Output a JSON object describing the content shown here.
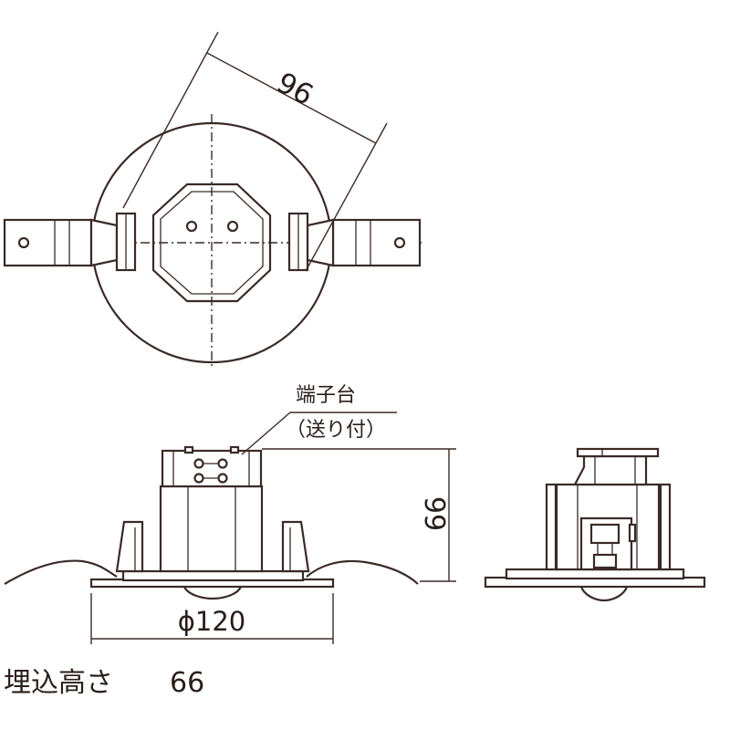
{
  "dimensions": {
    "top_width": "96",
    "height": "66",
    "diameter": "ϕ120"
  },
  "labels": {
    "terminal_line1": "端子台",
    "terminal_line2": "（送り付）"
  },
  "footer": {
    "caption": "埋込高さ",
    "value": "66"
  },
  "colors": {
    "line": "#3a2a26",
    "background": "#ffffff"
  }
}
